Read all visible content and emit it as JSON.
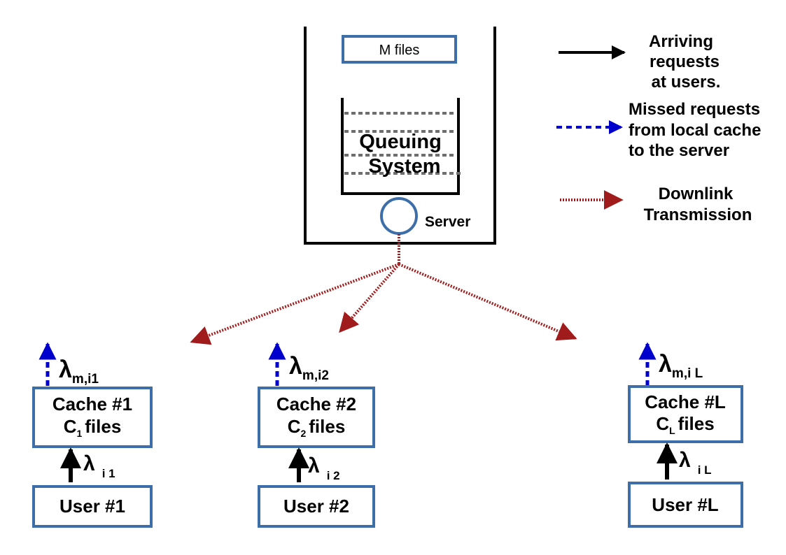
{
  "server": {
    "files_label": "M files",
    "queue_line1": "Queuing",
    "queue_line2": "System",
    "server_label": "Server"
  },
  "legend": {
    "arriving_line1": "Arriving",
    "arriving_line2": "requests",
    "arriving_line3": "at users.",
    "missed_line1": "Missed requests",
    "missed_line2": "from local cache",
    "missed_line3": "to the server",
    "downlink_line1": "Downlink",
    "downlink_line2": "Transmission"
  },
  "users": [
    {
      "cache_title": "Cache #1",
      "cache_c": "C",
      "cache_sub": "1",
      "cache_files": "files",
      "user_label": "User #1",
      "miss_lambda": "λ",
      "miss_sub": "m,i1",
      "arr_lambda": "λ",
      "arr_sub": "i 1"
    },
    {
      "cache_title": "Cache #2",
      "cache_c": "C",
      "cache_sub": "2",
      "cache_files": "files",
      "user_label": "User #2",
      "miss_lambda": "λ",
      "miss_sub": "m,i2",
      "arr_lambda": "λ",
      "arr_sub": "i 2"
    },
    {
      "cache_title": "Cache #L",
      "cache_c": "C",
      "cache_sub": "L",
      "cache_files": "files",
      "user_label": "User #L",
      "miss_lambda": "λ",
      "miss_sub": "m,i L",
      "arr_lambda": "λ",
      "arr_sub": "i L"
    }
  ],
  "colors": {
    "box_border": "#3d6ea8",
    "arrive": "#000000",
    "missed": "#0000cc",
    "downlink": "#a01c1c",
    "queue_dots": "#6e6e6e"
  }
}
